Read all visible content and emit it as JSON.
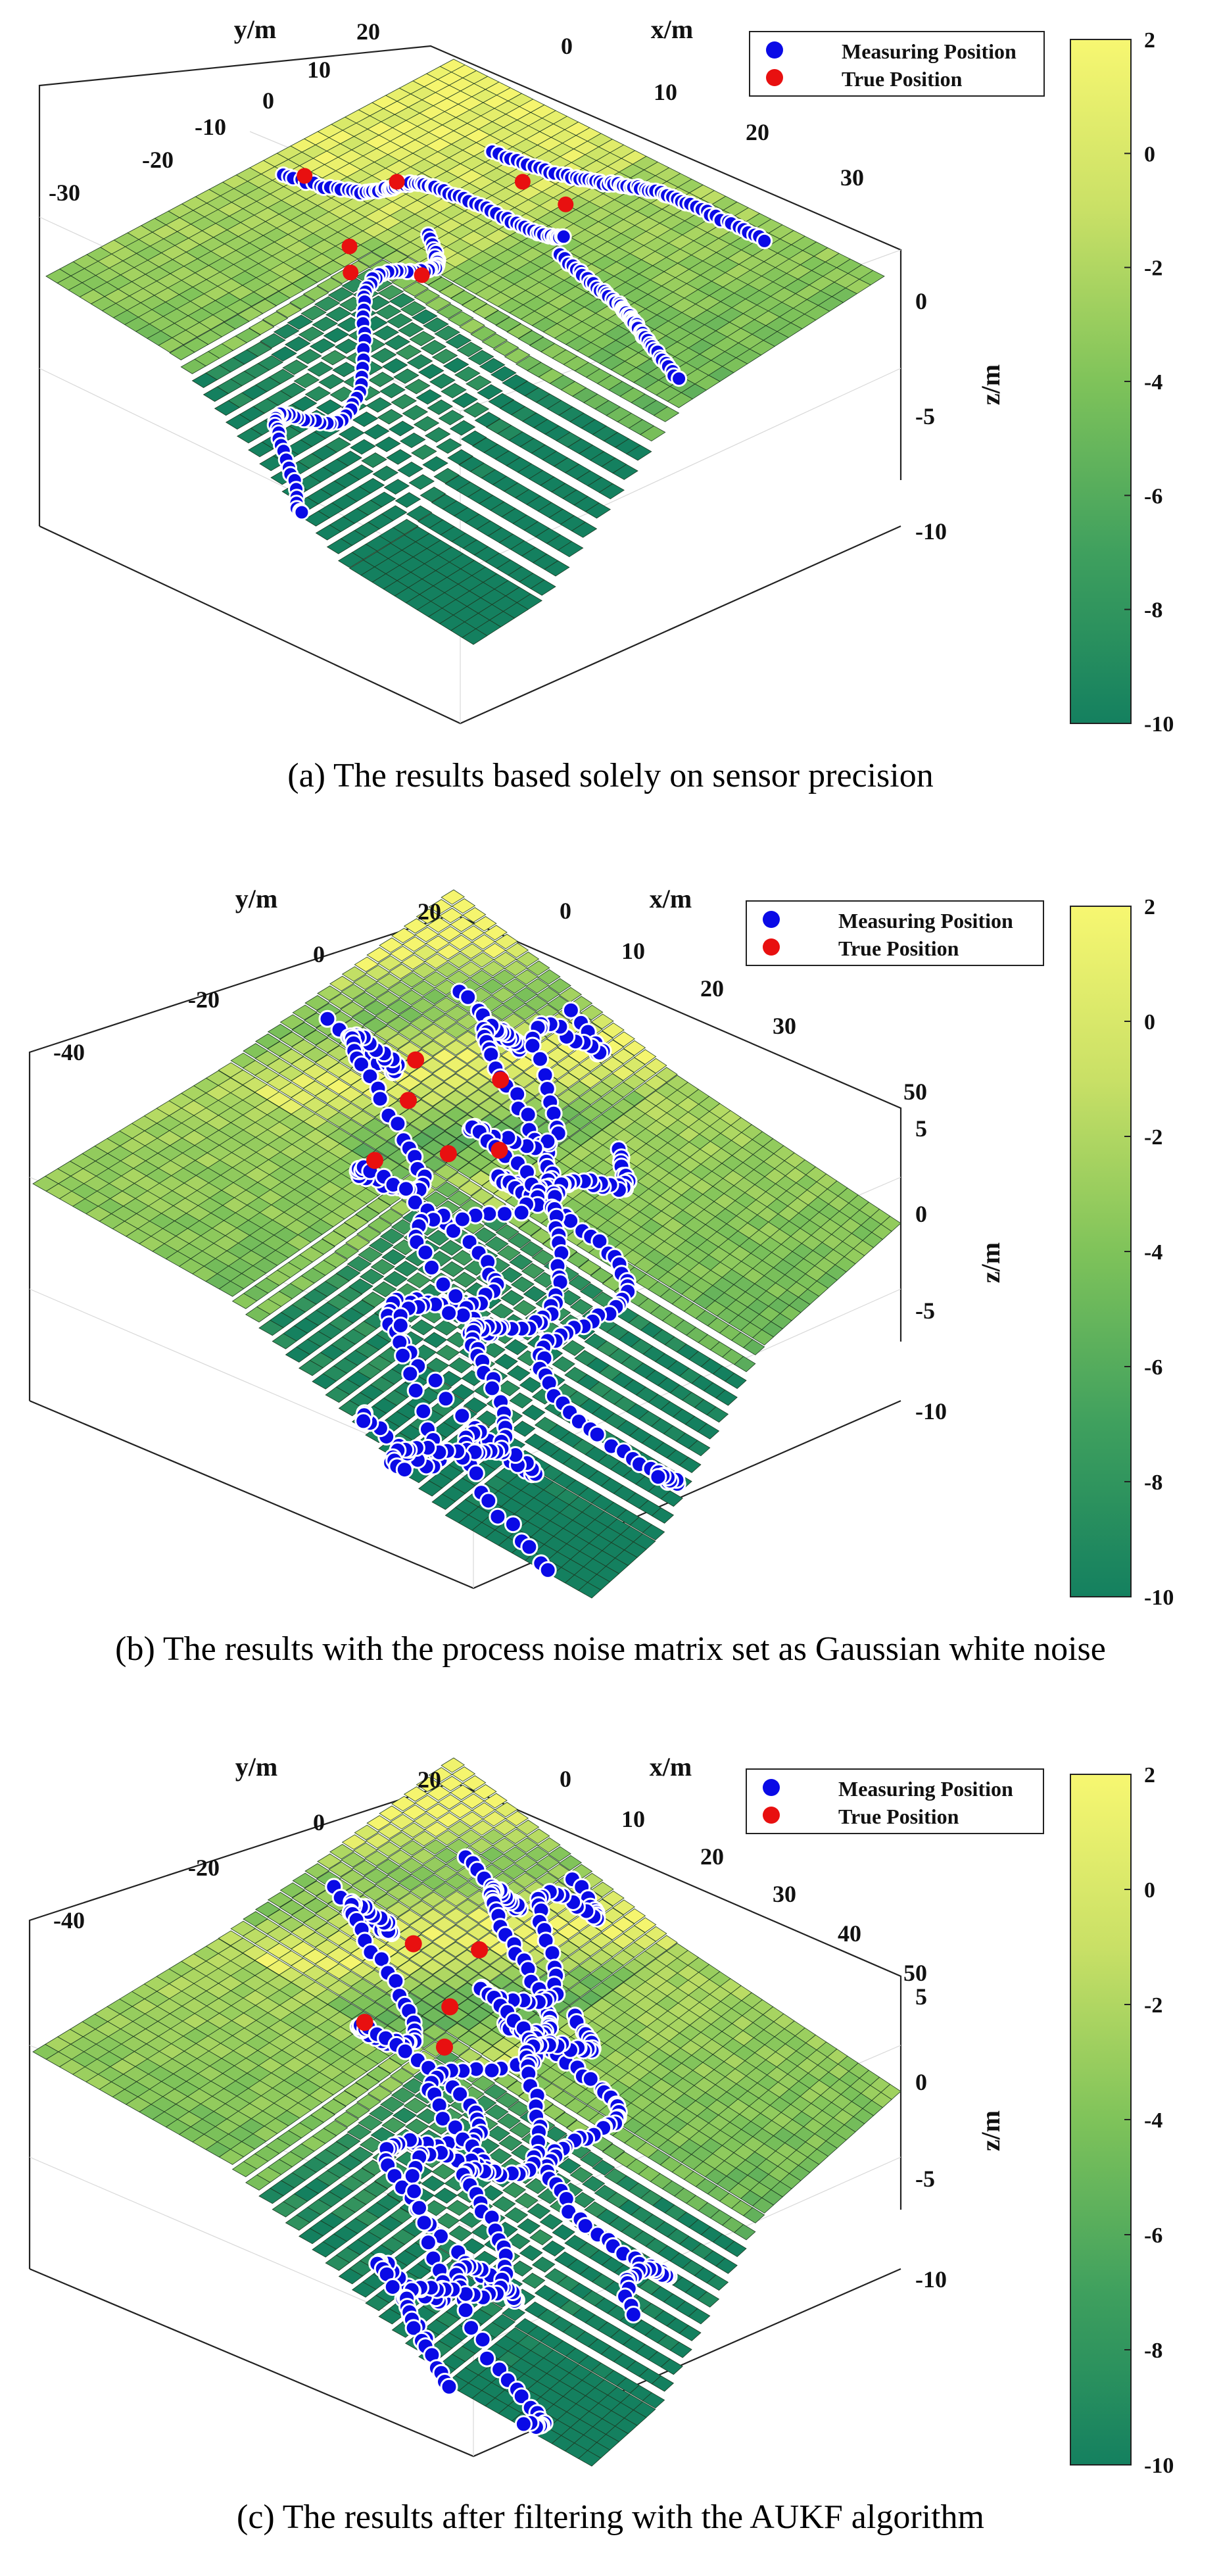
{
  "colors": {
    "surface_high": "#F5F56E",
    "surface_mid": "#7FC35A",
    "surface_low": "#14805F",
    "measuring_marker": "#0A0AE6",
    "true_marker": "#E81010"
  },
  "chart_data": [
    {
      "type": "surface3d",
      "caption": "(a) The results based solely on sensor precision",
      "legend_placement": "top-right",
      "legend": [
        "Measuring Position",
        "True Position"
      ],
      "axes": {
        "x": {
          "label": "x/m",
          "ticks": [
            "0",
            "10",
            "20",
            "30"
          ]
        },
        "y": {
          "label": "y/m",
          "ticks": [
            "20",
            "10",
            "0",
            "-10",
            "-20",
            "-30"
          ]
        },
        "z": {
          "label": "z/m",
          "ticks": [
            "0",
            "-5",
            "-10"
          ],
          "range": [
            -10,
            2
          ]
        }
      },
      "colorbar": {
        "range": [
          -10,
          2
        ],
        "ticks": [
          "2",
          "0",
          "-2",
          "-4",
          "-6",
          "-8",
          "-10"
        ]
      },
      "grid": true
    },
    {
      "type": "surface3d",
      "caption": "(b) The results with the process noise matrix set as Gaussian white noise",
      "legend_placement": "top-right",
      "legend": [
        "Measuring Position",
        "True Position"
      ],
      "axes": {
        "x": {
          "label": "x/m",
          "ticks": [
            "0",
            "10",
            "20",
            "30",
            "50"
          ]
        },
        "y": {
          "label": "y/m",
          "ticks": [
            "20",
            "0",
            "-20",
            "-40"
          ]
        },
        "z": {
          "label": "z/m",
          "ticks": [
            "5",
            "0",
            "-5",
            "-10"
          ],
          "range": [
            -10,
            5
          ]
        }
      },
      "colorbar": {
        "range": [
          -10,
          2
        ],
        "ticks": [
          "2",
          "0",
          "-2",
          "-4",
          "-6",
          "-8",
          "-10"
        ]
      },
      "grid": true
    },
    {
      "type": "surface3d",
      "caption": "(c) The results after filtering with the AUKF algorithm",
      "legend_placement": "top-right",
      "legend": [
        "Measuring Position",
        "True Position"
      ],
      "axes": {
        "x": {
          "label": "x/m",
          "ticks": [
            "0",
            "10",
            "20",
            "30",
            "40",
            "50"
          ]
        },
        "y": {
          "label": "y/m",
          "ticks": [
            "20",
            "0",
            "-20",
            "-40"
          ]
        },
        "z": {
          "label": "z/m",
          "ticks": [
            "5",
            "0",
            "-5",
            "-10"
          ],
          "range": [
            -10,
            5
          ]
        }
      },
      "colorbar": {
        "range": [
          -10,
          2
        ],
        "ticks": [
          "2",
          "0",
          "-2",
          "-4",
          "-6",
          "-8",
          "-10"
        ]
      },
      "grid": true
    }
  ]
}
